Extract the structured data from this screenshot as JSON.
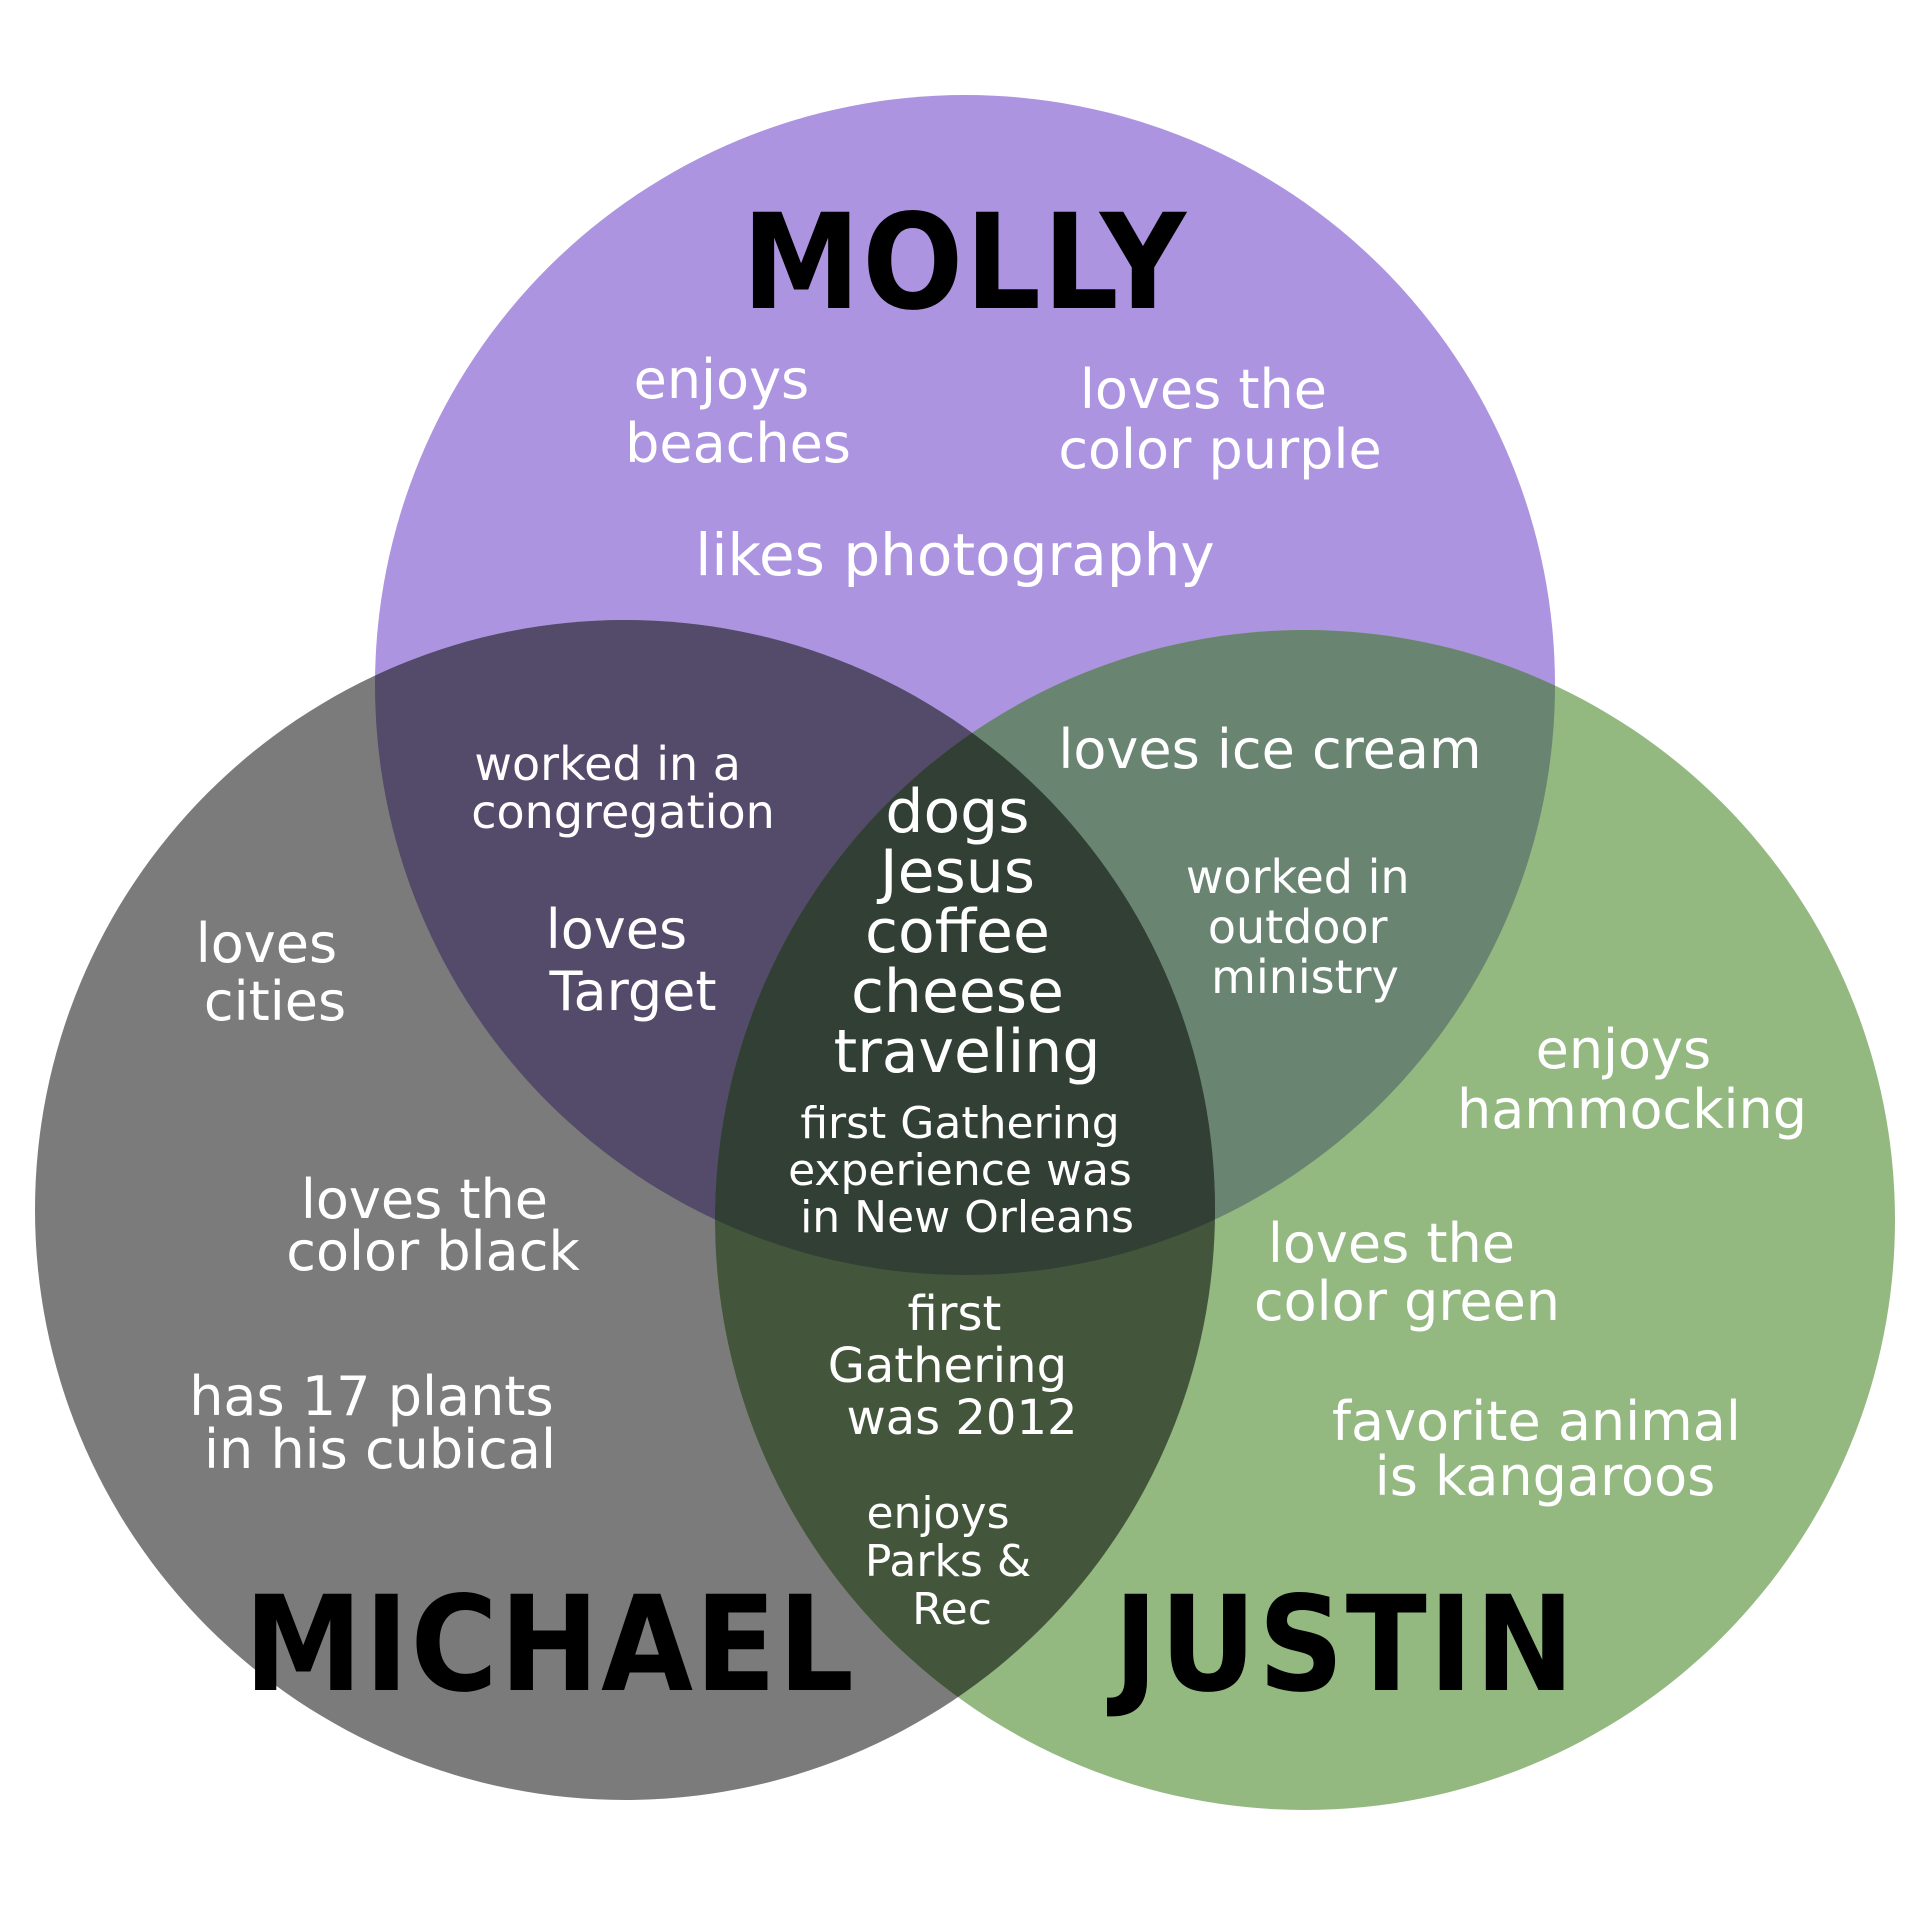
{
  "colors": {
    "molly": "#ac94e0",
    "michael": "#7b7b7b",
    "justin": "#93b880",
    "molly_michael": "#544a6a",
    "molly_justin": "#698571",
    "michael_justin": "#43553b",
    "center": "#313f35",
    "text": "#ffffff",
    "names": "#000000"
  },
  "sets": {
    "molly": {
      "name": "MOLLY",
      "items": [
        [
          "enjoys",
          "beaches"
        ],
        [
          "loves the",
          "color purple"
        ],
        [
          "likes photography"
        ]
      ]
    },
    "michael": {
      "name": "MICHAEL",
      "items": [
        [
          "loves",
          "cities"
        ],
        [
          "loves the",
          "color black"
        ],
        [
          "has 17 plants",
          "in his cubical"
        ]
      ]
    },
    "justin": {
      "name": "JUSTIN",
      "items": [
        [
          "enjoys",
          "hammocking"
        ],
        [
          "loves the",
          "color green"
        ],
        [
          "favorite animal",
          "is kangaroos"
        ]
      ]
    }
  },
  "overlaps": {
    "molly_michael": [
      [
        "worked in a",
        "congregation"
      ],
      [
        "loves",
        "Target"
      ]
    ],
    "molly_justin": [
      [
        "loves ice cream"
      ],
      [
        "worked in",
        "outdoor",
        "ministry"
      ]
    ],
    "michael_justin": [
      [
        "first",
        "Gathering",
        "was 2012"
      ],
      [
        "enjoys",
        "Parks &",
        "Rec"
      ]
    ],
    "all": [
      [
        "dogs",
        "Jesus",
        "coffee",
        "cheese",
        "traveling"
      ],
      [
        "first Gathering",
        "experience was",
        "in New Orleans"
      ]
    ]
  }
}
